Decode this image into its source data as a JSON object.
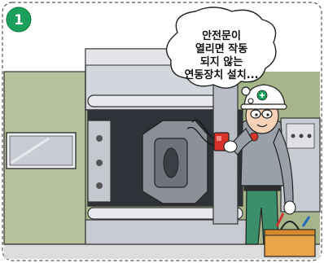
{
  "panel": {
    "step_number": "1",
    "speech_bubble": {
      "lines": [
        "안전문이",
        "열리면 작동",
        "되지 않는",
        "연동장치 설치..."
      ]
    },
    "colors": {
      "badge": "#1aa05a",
      "wall": "#a7b58a",
      "machine_body": "#d3d6dc",
      "machine_dark": "#3b3f46",
      "interlock_device": "#d8332a",
      "uniform": "#9aa0a8",
      "pants": "#3c8f6b",
      "helmet": "#ffffff",
      "helmet_emblem": "#1aa05a",
      "toolbox": "#e9a64a"
    },
    "icons": [
      "step-badge-icon",
      "speech-bubble",
      "injection-molding-machine",
      "interlock-device-icon",
      "worker",
      "toolbox-icon"
    ]
  }
}
